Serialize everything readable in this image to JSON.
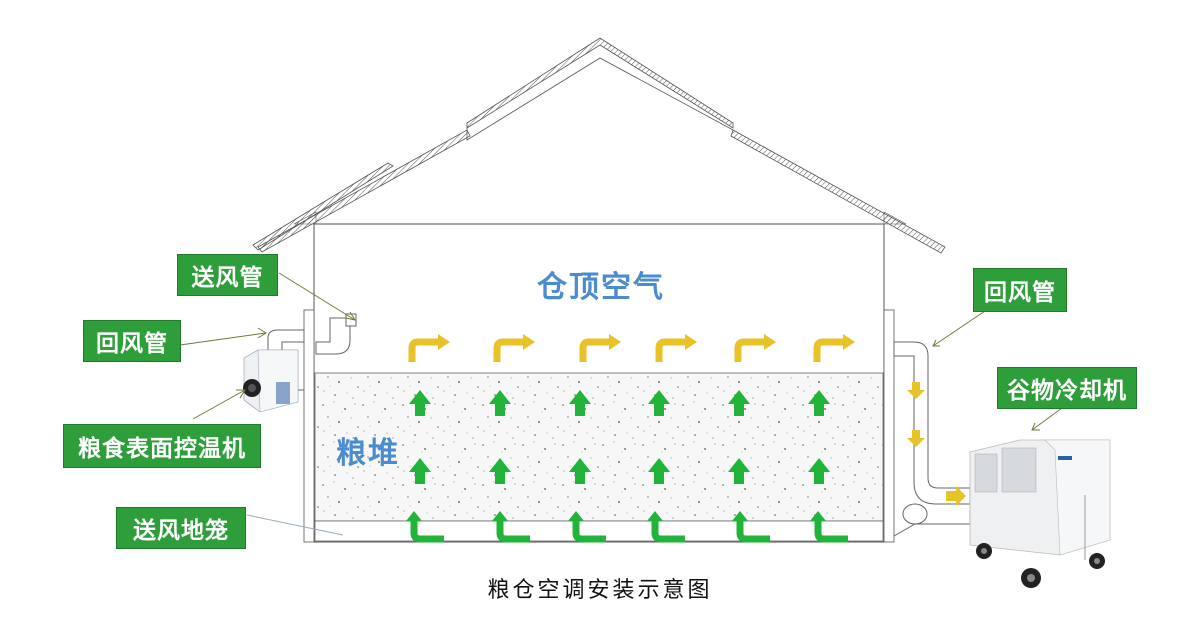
{
  "diagram": {
    "caption": "粮仓空调安装示意图",
    "zones": {
      "roof_air": "仓顶空气",
      "grain_pile": "粮堆"
    },
    "labels": {
      "supply_duct_left": "送风管",
      "return_duct_left": "回风管",
      "surface_temp_unit": "粮食表面控温机",
      "floor_supply_cage": "送风地笼",
      "return_duct_right": "回风管",
      "grain_cooler": "谷物冷却机"
    },
    "airflow": {
      "columns": 6,
      "colors": {
        "upflow": "#22b33a",
        "roof_flow": "#e8c229",
        "return_flow": "#e8c229"
      }
    },
    "colors": {
      "label_bg": "#2e9e3a",
      "zone_text": "#4a8ccd",
      "outline": "#555555"
    }
  }
}
